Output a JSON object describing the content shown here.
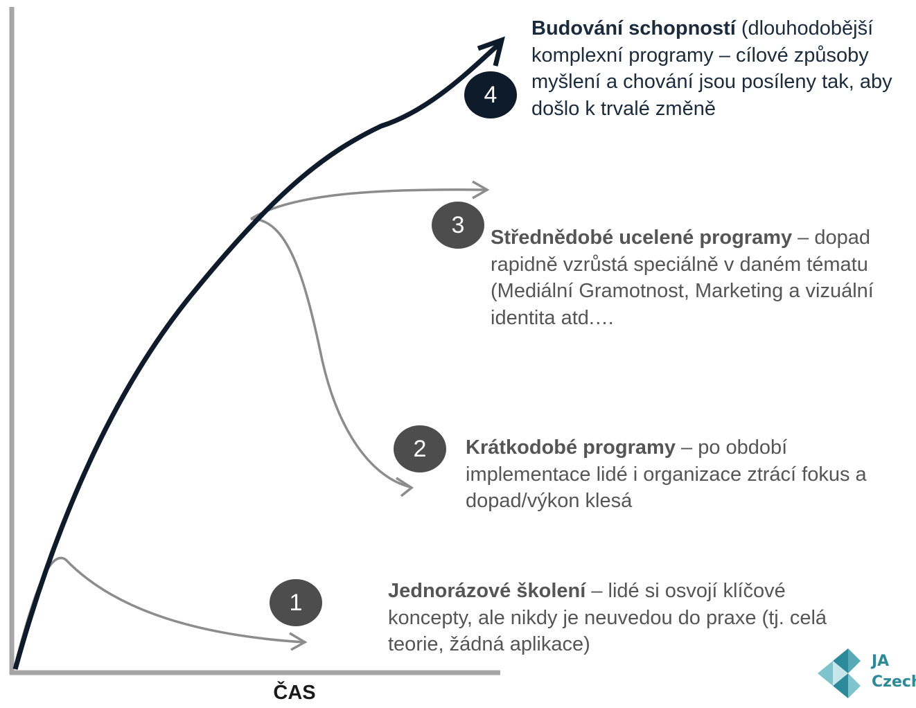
{
  "axis": {
    "x_label": "ČAS"
  },
  "stages": [
    {
      "number": "1",
      "bold": "Jednorázové školení",
      "rest": " – lidé si osvojí klíčové koncepty, ale nikdy je neuvedou do praxe (tj. celá teorie, žádná aplikace)"
    },
    {
      "number": "2",
      "bold": "Krátkodobé programy",
      "rest": " – po období implementace lidé i organizace ztrácí fokus a dopad/výkon klesá"
    },
    {
      "number": "3",
      "bold": "Střednědobé ucelené programy",
      "rest": " – dopad rapidně vzrůstá speciálně v daném tématu (Mediální Gramotnost, Marketing a vizuální identita atd.…"
    },
    {
      "number": "4",
      "bold": "Budování schopností",
      "rest": " (dlouhodobější komplexní programy – cílové způsoby myšlení a chování jsou posíleny tak, aby došlo k trvalé změně"
    }
  ],
  "logo": {
    "line1": "JA",
    "line2": "Czech"
  },
  "colors": {
    "main_curve": "#0d1b2a",
    "branch_curves": "#8c8c8c",
    "badge_gray": "#4d4d4d",
    "badge_dark": "#0d1b2a",
    "axis": "#a6a6a6",
    "logo": "#2a8a9a"
  }
}
